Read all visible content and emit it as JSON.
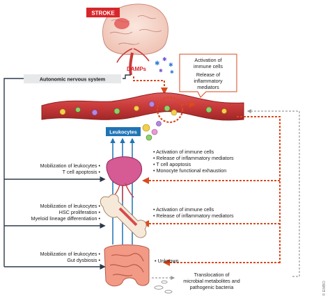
{
  "stroke_label": "STROKE",
  "damps_label": "DAMPs",
  "autonomic_label": "Autonomic nervous system",
  "leukocytes_label": "Leukocytes",
  "callout": {
    "line1": "Activation of",
    "line2": "immune cells",
    "line3": "Release of",
    "line4": "inflammatory",
    "line5": "mediators"
  },
  "spleen": {
    "left": [
      "Mobilization of leukocytes",
      "T cell apoptosis"
    ],
    "right": [
      "Activation of immune cells",
      "Release of inflammatory mediators",
      "T cell apoptosis",
      "Monocyte functional exhaustion"
    ]
  },
  "bone": {
    "left": [
      "Mobilization of leukocytes",
      "HSC proliferation",
      "Myeloid lineage differentiation"
    ],
    "right": [
      "Activation of immune cells",
      "Release of inflammatory mediators"
    ]
  },
  "gut": {
    "left": [
      "Mobilization of leukocytes",
      "Gut dysbiosis"
    ],
    "right": [
      "Unknown"
    ],
    "translocation": [
      "Translocation of",
      "microbial metabolites and",
      "pathogenic bacteria"
    ]
  },
  "credit": "© EMBO",
  "colors": {
    "stroke_red": "#d7262b",
    "arrow_red": "#d94a1e",
    "vessel": "#c93a3a",
    "leukocyte_blue": "#1f74b4",
    "nerve_dark": "#2b3a4a",
    "gray_dashed": "#9a9a9a"
  }
}
